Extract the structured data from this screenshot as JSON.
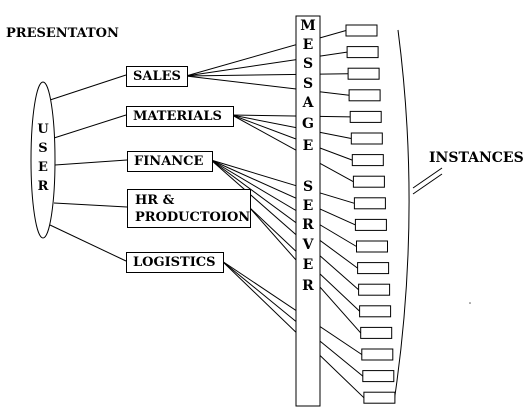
{
  "presentation_label": "PRESENTATON",
  "instances_label": "INSTANCES",
  "user_letters": [
    "U",
    "S",
    "E",
    "R"
  ],
  "message_server_letters": [
    "M",
    "E",
    "S",
    "S",
    "A",
    "G",
    "E",
    "S",
    "E",
    "R",
    "V",
    "E",
    "R"
  ],
  "modules": [
    {
      "id": "sales",
      "lines": [
        "SALES"
      ]
    },
    {
      "id": "materials",
      "lines": [
        "MATERIALS"
      ]
    },
    {
      "id": "finance",
      "lines": [
        "FINANCE"
      ]
    },
    {
      "id": "hr-production",
      "lines": [
        "HR &",
        "PRODUCTOION"
      ]
    },
    {
      "id": "logistics",
      "lines": [
        "LOGISTICS"
      ]
    }
  ],
  "instance_count": 18,
  "colors": {
    "line": "#000000",
    "background": "#ffffff"
  }
}
